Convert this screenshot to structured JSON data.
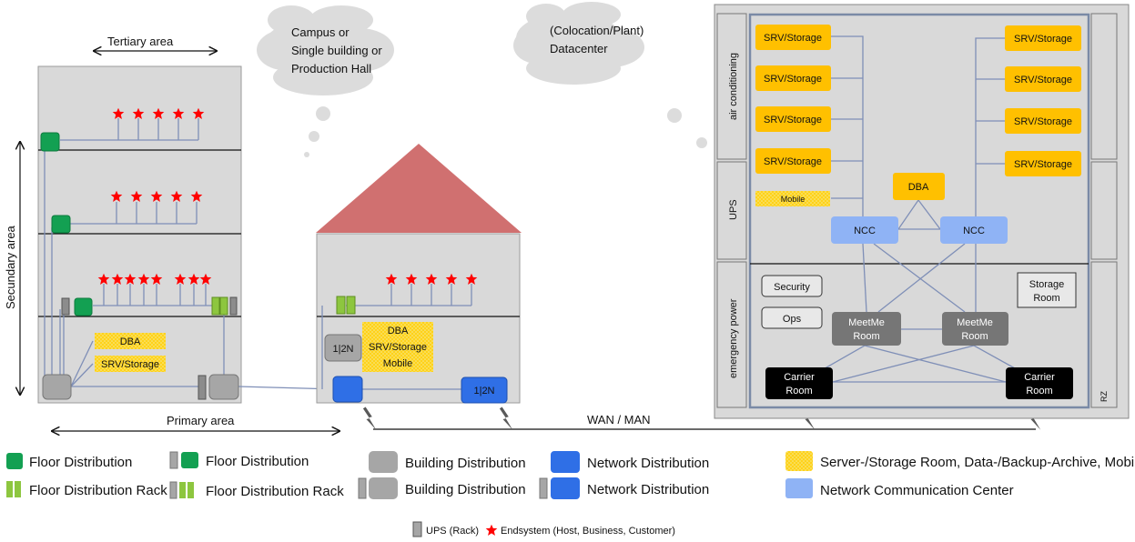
{
  "clouds": {
    "campus": [
      "Campus or",
      "Single building or",
      "Production Hall"
    ],
    "datacenter": [
      "(Colocation/Plant)",
      "Datacenter"
    ]
  },
  "building_left": {
    "tertiary_label": "Tertiary area",
    "secondary_label": "Secundary area",
    "primary_label": "Primary area",
    "dba": "DBA",
    "srv": "SRV/Storage"
  },
  "house": {
    "redundant_box": "1|2N",
    "dba": "DBA",
    "srv": "SRV/Storage",
    "mobile": "Mobile",
    "network_box": "1|2N"
  },
  "wan_label": "WAN / MAN",
  "datacenter": {
    "side_labels": [
      "air conditioning",
      "UPS",
      "emergency power"
    ],
    "rz": "RZ",
    "srv_left": [
      "SRV/Storage",
      "SRV/Storage",
      "SRV/Storage",
      "SRV/Storage"
    ],
    "mobile": "Mobile",
    "srv_right": [
      "SRV/Storage",
      "SRV/Storage",
      "SRV/Storage",
      "SRV/Storage"
    ],
    "dba": "DBA",
    "ncc_left": "NCC",
    "ncc_right": "NCC",
    "security": "Security",
    "ops": "Ops",
    "storage_room": [
      "Storage",
      "Room"
    ],
    "meetme_left": [
      "MeetMe",
      "Room"
    ],
    "meetme_right": [
      "MeetMe",
      "Room"
    ],
    "carrier_left": [
      "Carrier",
      "Room"
    ],
    "carrier_right": [
      "Carrier",
      "Room"
    ]
  },
  "legend": {
    "floor_distribution": "Floor Distribution",
    "floor_distribution_rack": "Floor Distribution Rack",
    "floor_distribution_ups": "Floor Distribution",
    "floor_distribution_rack_ups": "Floor Distribution Rack",
    "building_distribution": "Building Distribution",
    "building_distribution_ups": "Building Distribution",
    "network_distribution": "Network Distribution",
    "network_distribution_ups": "Network Distribution",
    "server_storage": "Server-/Storage Room, Data-/Backup-Archive, Mobile",
    "network_comm_center": "Network Communication Center",
    "ups_rack": "UPS (Rack)",
    "endsystem": "Endsystem (Host, Business, Customer)"
  },
  "colors": {
    "floor_green": "#13a052",
    "rack_green": "#8dc63f",
    "building_grey": "#a6a6a6",
    "network_blue": "#2f6fe6",
    "ncc_blue": "#8fb3f5",
    "yellow": "#ffc000",
    "line_blue": "#7f8fb7",
    "roof": "#d07070",
    "star": "#ff0000"
  }
}
